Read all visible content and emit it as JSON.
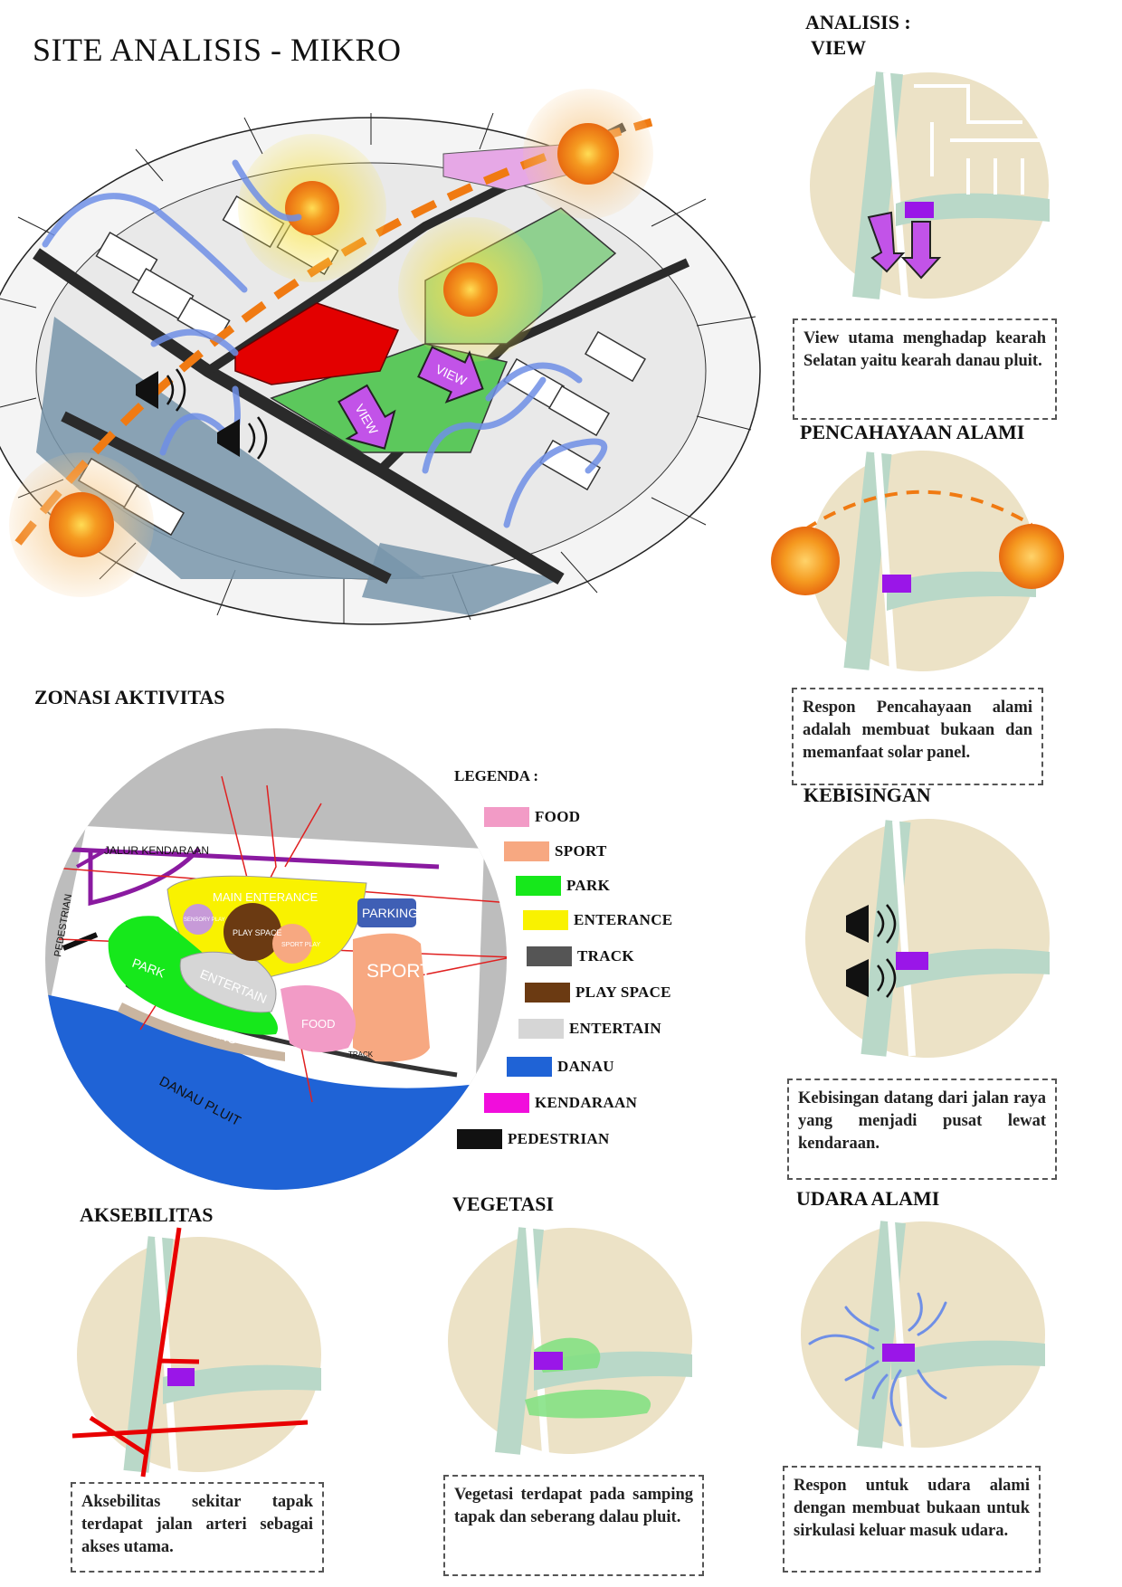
{
  "title": "SITE ANALISIS - MIKRO",
  "analysis": {
    "heading1": "ANALISIS :",
    "heading2": "VIEW",
    "view_note": "View utama menghadap kearah Selatan yaitu kearah danau pluit.",
    "lighting_heading": "PENCAHAYAAN ALAMI",
    "lighting_note": "Respon Pencahayaan alami adalah membuat bukaan dan memanfaat solar panel.",
    "noise_heading": "KEBISINGAN",
    "noise_note": "Kebisingan datang dari jalan raya yang menjadi pusat lewat kendaraan.",
    "air_heading": "UDARA ALAMI",
    "air_note": "Respon untuk udara alami dengan membuat bukaan untuk sirkulasi keluar masuk udara.",
    "view_arrow_label": "VIEW"
  },
  "zoning": {
    "heading": "ZONASI AKTIVITAS",
    "map_labels": {
      "road": "JALUR KENDARAAN",
      "pedestrian": "PEDESTRIAN",
      "main_entrance": "MAIN ENTERANCE",
      "parking": "PARKING",
      "play_space": "PLAY SPACE",
      "sport": "SPORT",
      "sport_small": "SPORT PLAY",
      "sensory": "SENSORY PLAY",
      "park": "PARK",
      "entertain": "ENTERTAIN",
      "food": "FOOD",
      "fishing": "FISHING",
      "track": "TRACK",
      "danau": "DANAU PLUIT"
    }
  },
  "legend": {
    "heading": "LEGENDA :",
    "items": [
      {
        "label": "FOOD",
        "color": "#f29bc6"
      },
      {
        "label": "SPORT",
        "color": "#f7a881"
      },
      {
        "label": "PARK",
        "color": "#16e81b"
      },
      {
        "label": "ENTERANCE",
        "color": "#f9f200"
      },
      {
        "label": "TRACK",
        "color": "#555555"
      },
      {
        "label": "PLAY SPACE",
        "color": "#6b3a12"
      },
      {
        "label": "ENTERTAIN",
        "color": "#d6d6d6"
      },
      {
        "label": "DANAU",
        "color": "#1f63d6"
      },
      {
        "label": "KENDARAAN",
        "color": "#f10ddc"
      },
      {
        "label": "PEDESTRIAN",
        "color": "#111111"
      }
    ]
  },
  "access": {
    "heading": "AKSEBILITAS",
    "note": "Aksebilitas sekitar tapak terdapat jalan arteri sebagai akses utama."
  },
  "vegetation": {
    "heading": "VEGETASI",
    "note": "Vegetasi terdapat pada samping tapak dan seberang dalau pluit."
  },
  "colors": {
    "map_bg": "#ece2c6",
    "map_green": "#b9d8c8",
    "site_purple": "#9a16e8",
    "red": "#e80000",
    "sun_orange": "#f07a12",
    "arrow_blue": "#6f8fe6",
    "view_purple": "#c253e8"
  }
}
